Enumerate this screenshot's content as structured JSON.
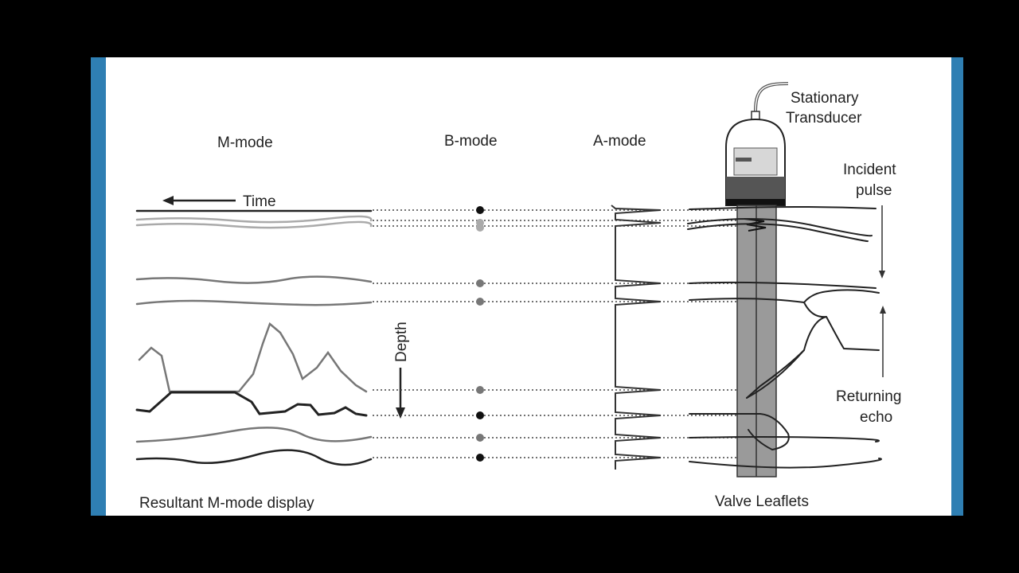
{
  "labels": {
    "m_mode": "M-mode",
    "b_mode": "B-mode",
    "a_mode": "A-mode",
    "time": "Time",
    "depth": "Depth",
    "stationary": "Stationary",
    "transducer": "Transducer",
    "incident": "Incident",
    "pulse": "pulse",
    "returning": "Returning",
    "echo": "echo",
    "resultant": "Resultant M-mode display",
    "valve_leaflets": "Valve Leaflets"
  },
  "colors": {
    "background": "#000000",
    "slide_border": "#2f7fb3",
    "panel": "#ffffff",
    "ink": "#222222",
    "gray_trace": "#777777",
    "light_trace": "#aaaaaa",
    "beam": "#9a9a9a"
  }
}
